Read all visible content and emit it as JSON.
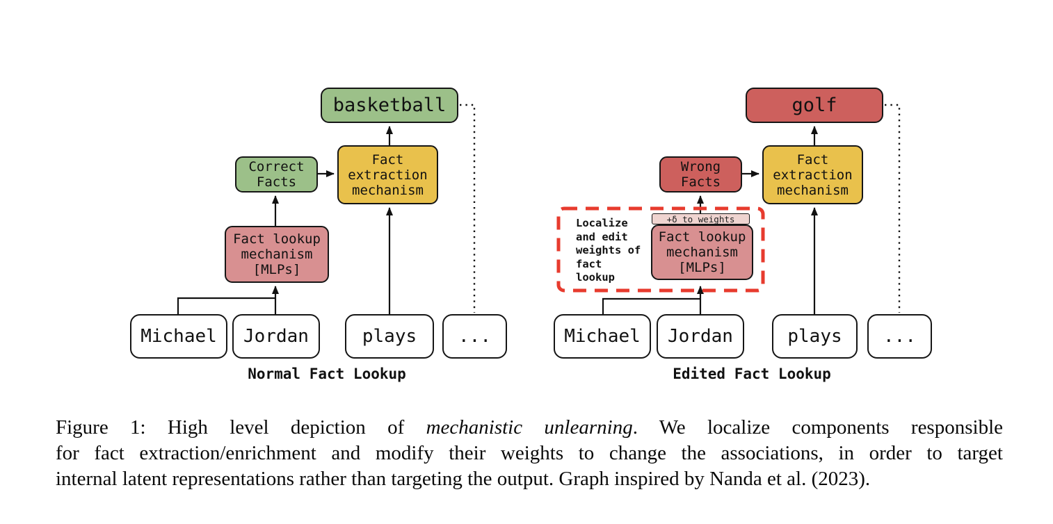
{
  "colors": {
    "green": "#9cc089",
    "yellow": "#e9c14c",
    "red": "#cd605d",
    "pink": "#d89091",
    "pink_light": "#efd4d0",
    "dashed_red": "#e73b2e",
    "line": "#111111"
  },
  "left_diagram": {
    "output_token": "basketball",
    "facts_box": "Correct\nFacts",
    "extraction_box": "Fact\nextraction\nmechanism",
    "lookup_box": "Fact lookup\nmechanism\n[MLPs]",
    "input_tokens": [
      "Michael",
      "Jordan",
      "plays",
      "..."
    ],
    "title": "Normal Fact Lookup"
  },
  "right_diagram": {
    "output_token": "golf",
    "facts_box": "Wrong\nFacts",
    "extraction_box": "Fact\nextraction\nmechanism",
    "lookup_box": "Fact lookup\nmechanism\n[MLPs]",
    "delta_note": "+δ to weights",
    "localize_note": "Localize\nand edit\nweights of\nfact\nlookup",
    "input_tokens": [
      "Michael",
      "Jordan",
      "plays",
      "..."
    ],
    "title": "Edited Fact Lookup"
  },
  "caption": {
    "line1_pre": "Figure 1: High level depiction of ",
    "line1_italic": "mechanistic unlearning",
    "line1_post": ". We localize components responsible",
    "line2": "for fact extraction/enrichment and modify their weights to change the associations, in order to target",
    "line3": "internal latent representations rather than targeting the output. Graph inspired by Nanda et al. (2023)."
  }
}
